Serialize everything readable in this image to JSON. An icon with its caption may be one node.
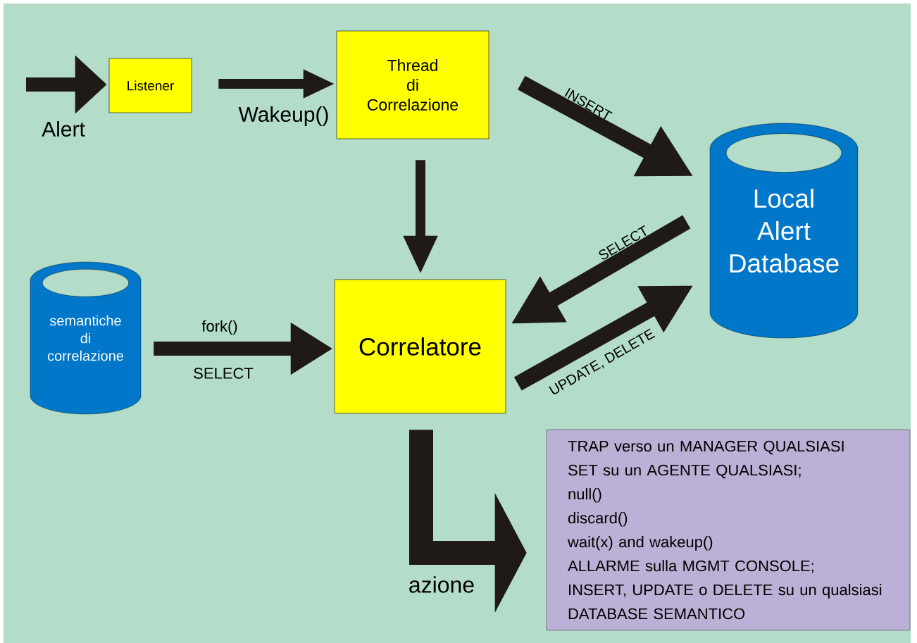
{
  "diagram": {
    "nodes": [
      {
        "text": [
          "Listener"
        ]
      },
      {
        "text": [
          "Thread di Correlazione"
        ]
      },
      {
        "text": [
          "Local Alert Database"
        ]
      },
      {
        "text": [
          "semantiche di correlazione"
        ]
      },
      {
        "text": [
          "Correlatore"
        ]
      },
      {
        "text": [
          "TRAP verso un MANAGER QUALSIASI",
          "SET su un AGENTE QUALSIASI;",
          "null()",
          "discard()",
          "wait(x) and wakeup()",
          "ALLARME sulla MGMT CONSOLE;",
          "INSERT, UPDATE o DELETE su un qualsiasi DATABASE SEMANTICO"
        ]
      }
    ],
    "edges": [
      {
        "from": null,
        "to": 0,
        "arrow": "to",
        "label": "Alert"
      },
      {
        "from": 0,
        "to": 1,
        "arrow": "to",
        "label": "Wakeup()"
      },
      {
        "from": 1,
        "to": 2,
        "arrow": "to",
        "label": "INSERT"
      },
      {
        "from": 1,
        "to": 4,
        "arrow": "to"
      },
      {
        "from": 2,
        "to": 4,
        "arrow": "to",
        "label": "SELECT"
      },
      {
        "from": 4,
        "to": 2,
        "arrow": "to",
        "label": "UPDATE, DELETE"
      },
      {
        "from": 3,
        "to": 4,
        "arrow": "to",
        "label": "fork()"
      },
      {
        "from": 4,
        "to": 5,
        "arrow": "to",
        "label": "azione"
      }
    ],
    "labels": [
      "SELECT"
    ]
  }
}
